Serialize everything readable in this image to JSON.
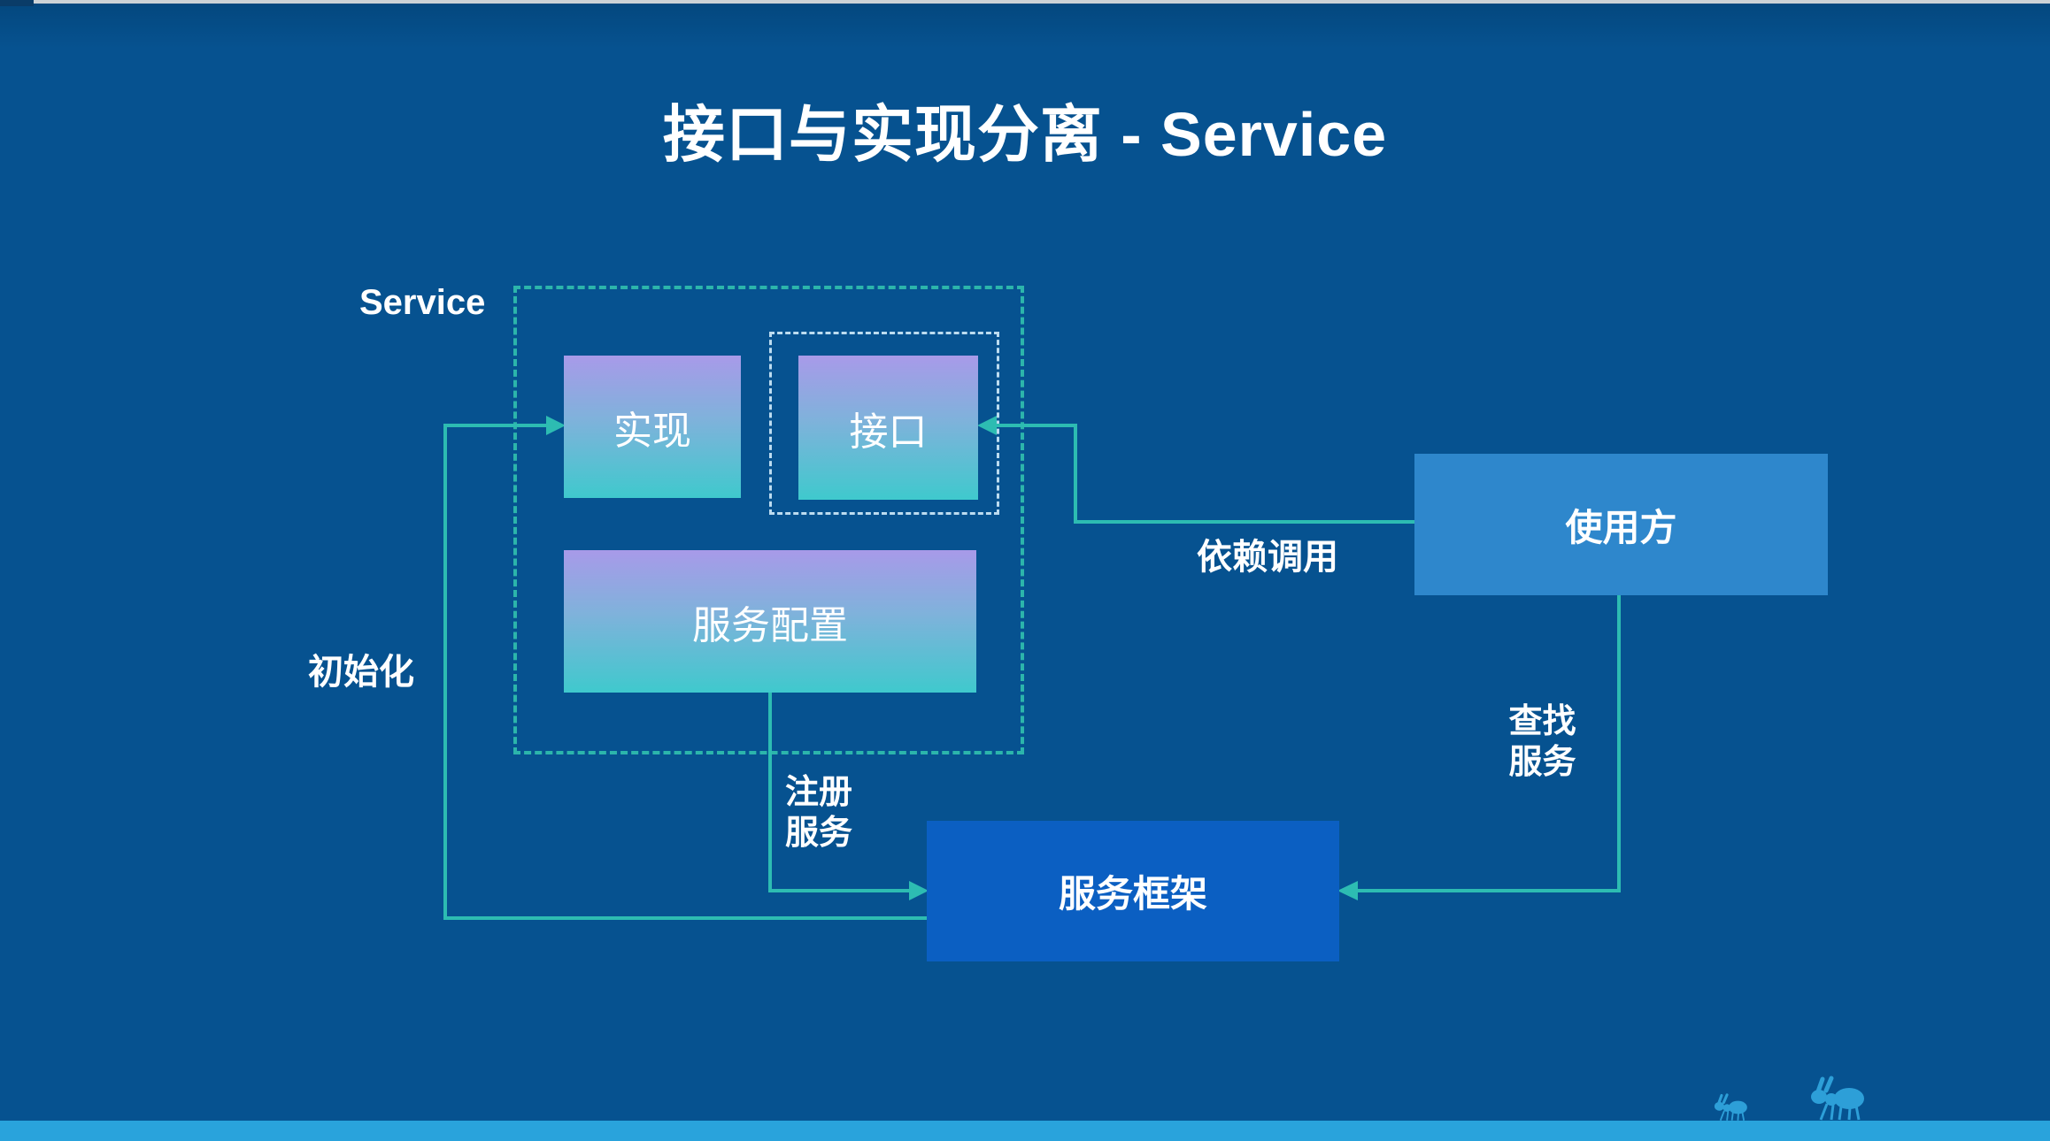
{
  "slide": {
    "title": "接口与实现分离 - Service"
  },
  "service_group": {
    "label": "Service",
    "nodes": {
      "implementation": "实现",
      "interface": "接口",
      "service_config": "服务配置"
    }
  },
  "external_nodes": {
    "consumer": "使用方",
    "service_framework": "服务框架"
  },
  "edge_labels": {
    "dependency_call": "依赖调用",
    "initialize": "初始化",
    "register_line1": "注册",
    "register_line2": "服务",
    "lookup_line1": "查找",
    "lookup_line2": "服务"
  },
  "colors": {
    "background": "#065290",
    "arrow_teal": "#2DBCB2",
    "outer_dashed_border": "#2CB5AB",
    "inner_dashed_border": "#BCDCF0",
    "gradient_box_top": "#A89AE9",
    "gradient_box_bottom": "#3FC9CD",
    "consumer_box": "#2E87CC",
    "framework_box": "#0B5FC2",
    "bottom_strip": "#29A3DC",
    "ant_blue": "#2D9FD8",
    "text": "#FFFFFF"
  },
  "decor": {
    "ant_small": "ant-icon",
    "ant_large": "ant-icon"
  }
}
